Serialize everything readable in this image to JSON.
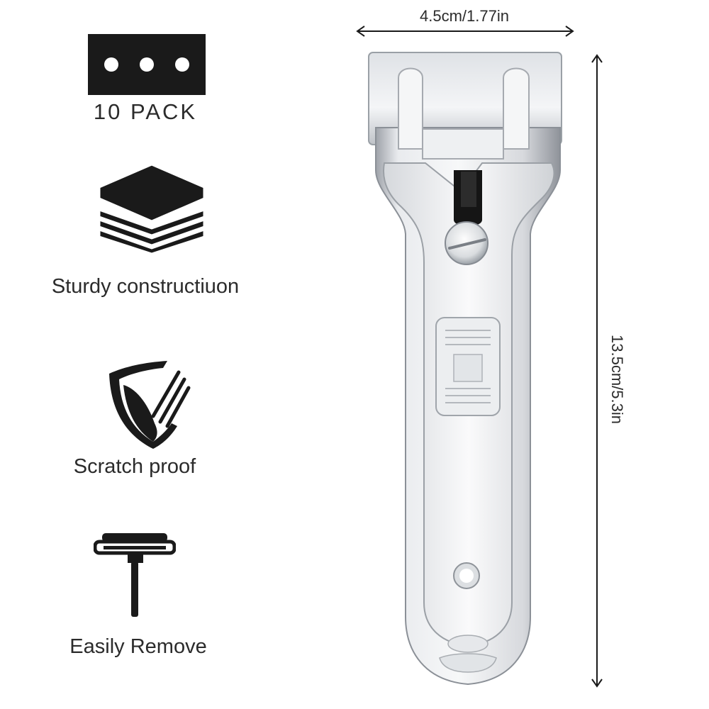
{
  "features": {
    "pack": {
      "label": "10 PACK",
      "icon": "blade-icon"
    },
    "sturdy": {
      "label": "Sturdy constructiuon",
      "icon": "stack-layers-icon"
    },
    "scratch": {
      "label": "Scratch proof",
      "icon": "shield-icon"
    },
    "remove": {
      "label": "Easily Remove",
      "icon": "scraper-tool-icon"
    }
  },
  "dimensions": {
    "width": "4.5cm/1.77in",
    "height": "13.5cm/5.3in"
  },
  "colors": {
    "icon": "#1a1a1a",
    "steel_light": "#f2f3f5",
    "steel_mid": "#c9ccd1",
    "steel_dark": "#8d9198"
  }
}
